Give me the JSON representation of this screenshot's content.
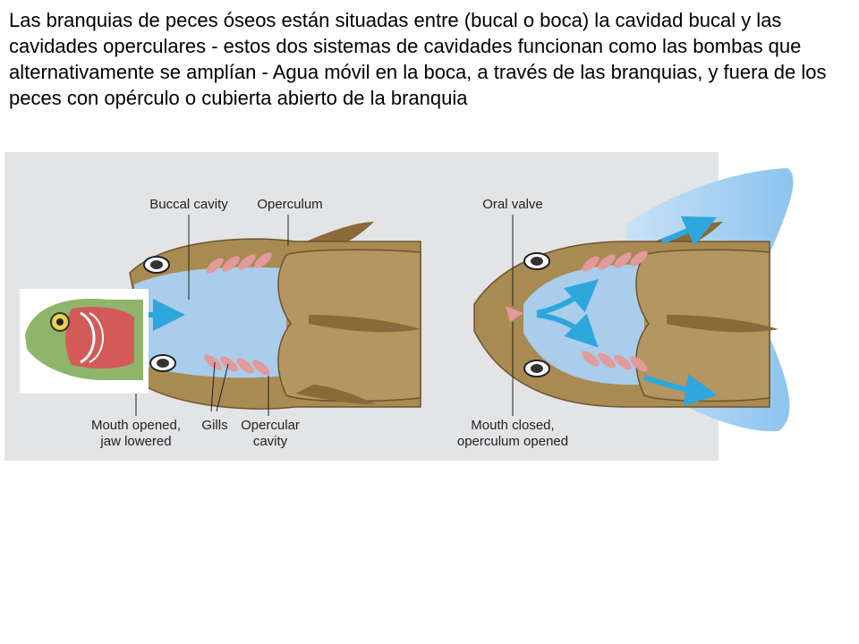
{
  "caption": "Las branquias de peces óseos están situadas entre (bucal o boca) la cavidad bucal y las cavidades operculares - estos dos sistemas de cavidades funcionan como las bombas que alternativamente se amplían - Agua móvil en la boca, a través de las branquias, y fuera de los peces con opérculo o cubierta abierto de la branquia",
  "left_panel": {
    "label_buccal_cavity": "Buccal cavity",
    "label_operculum": "Operculum",
    "label_mouth_opened_line1": "Mouth opened,",
    "label_mouth_opened_line2": "jaw lowered",
    "label_gills": "Gills",
    "label_opercular_cavity_line1": "Opercular",
    "label_opercular_cavity_line2": "cavity"
  },
  "right_panel": {
    "label_oral_valve": "Oral valve",
    "label_mouth_closed_line1": "Mouth closed,",
    "label_mouth_closed_line2": "operculum opened"
  },
  "colors": {
    "panel_bg": "#e3e4e6",
    "fish_body": "#a98a52",
    "fish_outline": "#6e5430",
    "cavity_water": "#a9cdea",
    "gill": "#e39a9b",
    "arrow": "#2ea7de",
    "tail_water": "#9dcbf0"
  }
}
